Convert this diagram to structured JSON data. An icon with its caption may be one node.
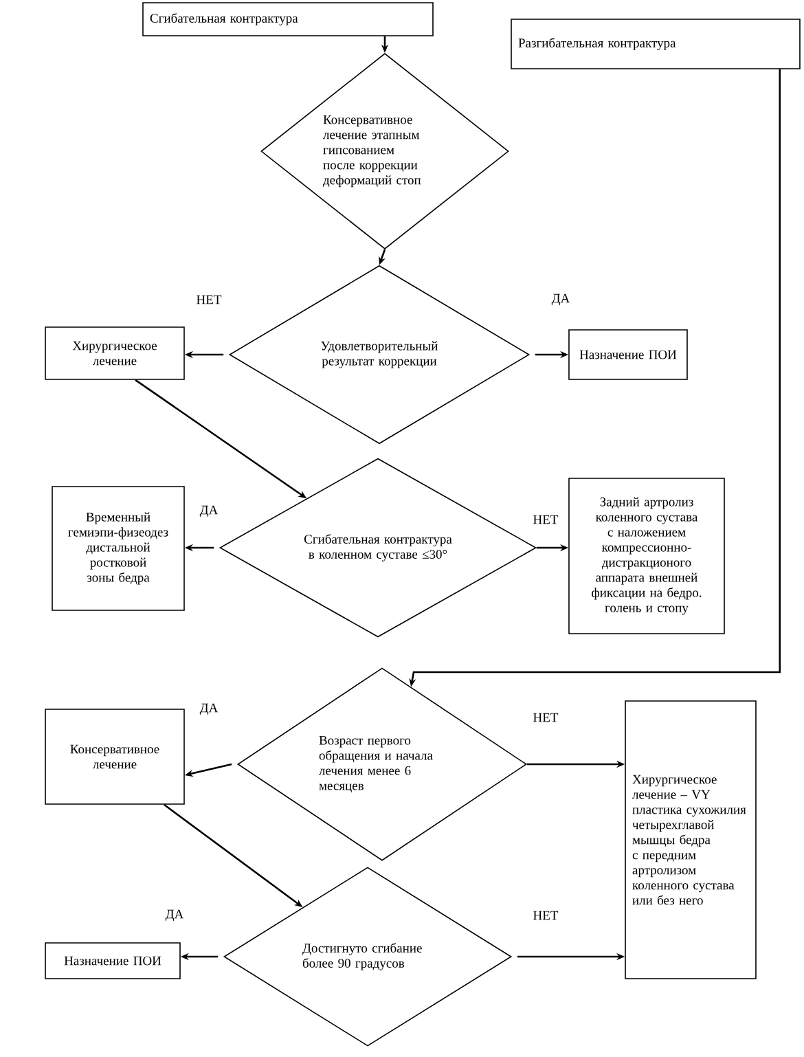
{
  "diagram": {
    "nodes": [
      {
        "text": [
          "Сгибательная контрактура"
        ]
      },
      {
        "text": [
          "Разгибательная контрактура"
        ]
      },
      {
        "text": [
          "Консервативное лечение этапным гипсованием после коррекции деформаций стоп"
        ]
      },
      {
        "text": [
          "Удовлетворительный результат коррекции"
        ]
      },
      {
        "text": [
          "Хирургическое лечение"
        ]
      },
      {
        "text": [
          "Назначение ПОИ"
        ]
      },
      {
        "text": [
          "Сгибательная контрактура в коленном суставе ≤30°"
        ]
      },
      {
        "text": [
          "Временный гемиэпи-физеодез дистальной ростковой зоны бедра"
        ]
      },
      {
        "text": [
          "Задний артролиз коленного сустава с наложением компрессионно-дистракционого аппарата внешней фиксации на бедро. голень и стопу"
        ]
      },
      {
        "text": [
          "Возраст первого обращения и начала лечения менее 6 месяцев"
        ]
      },
      {
        "text": [
          "Консервативное лечение"
        ]
      },
      {
        "text": [
          "Хирургическое лечение – VY пластика сухожилия четырехглавой мышцы бедра с передним артролизом коленного сустава или без него"
        ]
      },
      {
        "text": [
          "Достигнуто сгибание более 90 градусов"
        ]
      },
      {
        "text": [
          "Назначение ПОИ"
        ]
      }
    ],
    "edges": [
      {
        "from": 0,
        "to": 2,
        "arrow": "to"
      },
      {
        "from": 2,
        "to": 3,
        "arrow": "to"
      },
      {
        "from": 3,
        "to": 4,
        "arrow": "to",
        "label": "НЕТ"
      },
      {
        "from": 3,
        "to": 5,
        "arrow": "to",
        "label": "ДА"
      },
      {
        "from": 4,
        "to": 6,
        "arrow": "to"
      },
      {
        "from": 6,
        "to": 7,
        "arrow": "to",
        "label": "ДА"
      },
      {
        "from": 6,
        "to": 8,
        "arrow": "to",
        "label": "НЕТ"
      },
      {
        "from": 1,
        "to": 9,
        "arrow": "to"
      },
      {
        "from": 9,
        "to": 10,
        "arrow": "to",
        "label": "ДА"
      },
      {
        "from": 9,
        "to": 11,
        "arrow": "to",
        "label": "НЕТ"
      },
      {
        "from": 10,
        "to": 12,
        "arrow": "to"
      },
      {
        "from": 12,
        "to": 13,
        "arrow": "to",
        "label": "ДА"
      },
      {
        "from": 12,
        "to": 11,
        "arrow": "to",
        "label": "НЕТ"
      }
    ]
  }
}
